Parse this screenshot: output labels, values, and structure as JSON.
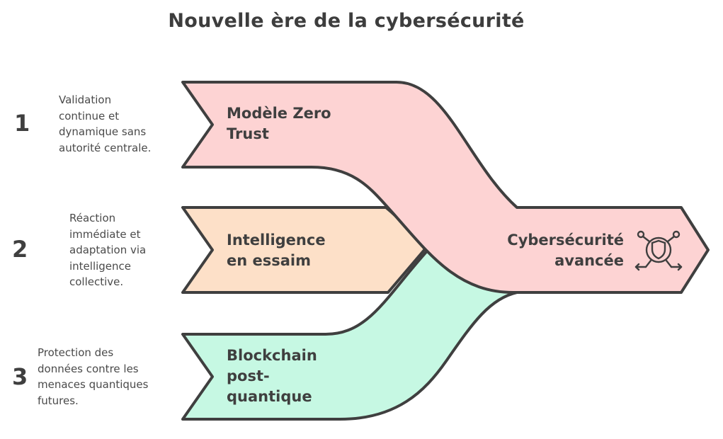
{
  "title": "Nouvelle ère de la cybersécurité",
  "items": [
    {
      "number": "1",
      "label_lines": [
        "Modèle Zero",
        "Trust"
      ],
      "description_lines": [
        "Validation",
        "continue et",
        "dynamique sans",
        "autorité centrale."
      ],
      "color": "#fdd3d3"
    },
    {
      "number": "2",
      "label_lines": [
        "Intelligence",
        "en essaim"
      ],
      "description_lines": [
        "Réaction",
        "immédiate et",
        "adaptation via",
        "intelligence",
        "collective."
      ],
      "color": "#fde0c8"
    },
    {
      "number": "3",
      "label_lines": [
        "Blockchain",
        "post-",
        "quantique"
      ],
      "description_lines": [
        "Protection des",
        "données contre les",
        "menaces quantiques",
        "futures."
      ],
      "color": "#c6f8e3"
    }
  ],
  "result": {
    "label_lines": [
      "Cybersécurité",
      "avancée"
    ],
    "icon": "shield-network-icon"
  },
  "colors": {
    "outline": "#3f3f3f"
  }
}
